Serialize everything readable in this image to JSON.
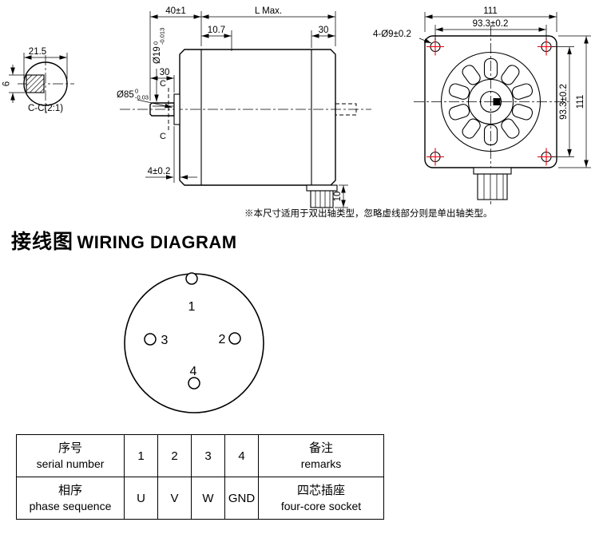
{
  "colors": {
    "line": "#000000",
    "hole_mark": "#e8000d",
    "background": "#ffffff"
  },
  "section_view": {
    "dim_width": "21.5",
    "dim_height": "6",
    "label": "C-C(2:1)"
  },
  "side_view": {
    "dim_shaft_total": "40±1",
    "dim_body_length": "L Max.",
    "dim_front_offset": "10.7",
    "dim_rear_cap": "30",
    "dim_shaft_length": "30",
    "shaft_dia": {
      "base": "Ø19",
      "tol_upper": "0",
      "tol_lower": "-0.013"
    },
    "pilot_dia": {
      "base": "Ø85",
      "tol_upper": "0",
      "tol_lower": "-0.03"
    },
    "dim_boss_height": "4±0.2",
    "dim_connector_height": "10",
    "section_mark": "C"
  },
  "front_view": {
    "dim_width": "111",
    "dim_bolt_spacing_top": "93.3±0.2",
    "dim_mounting_holes": "4-Ø9±0.2",
    "dim_height": "111",
    "dim_bolt_spacing_side": "93.3±0.2"
  },
  "note": "※本尺寸适用于双出轴类型，忽略虚线部分则是单出轴类型。",
  "heading": {
    "zh": "接线图",
    "en": "WIRING DIAGRAM"
  },
  "connector_diagram": {
    "pin1": "1",
    "pin2": "2",
    "pin3": "3",
    "pin4": "4"
  },
  "table": {
    "rows": [
      {
        "label_zh": "序号",
        "label_en": "serial number",
        "col1": "1",
        "col2": "2",
        "col3": "3",
        "col4": "4",
        "remark_zh": "备注",
        "remark_en": "remarks"
      },
      {
        "label_zh": "相序",
        "label_en": "phase sequence",
        "col1": "U",
        "col2": "V",
        "col3": "W",
        "col4": "GND",
        "remark_zh": "四芯插座",
        "remark_en": "four-core socket"
      }
    ]
  }
}
